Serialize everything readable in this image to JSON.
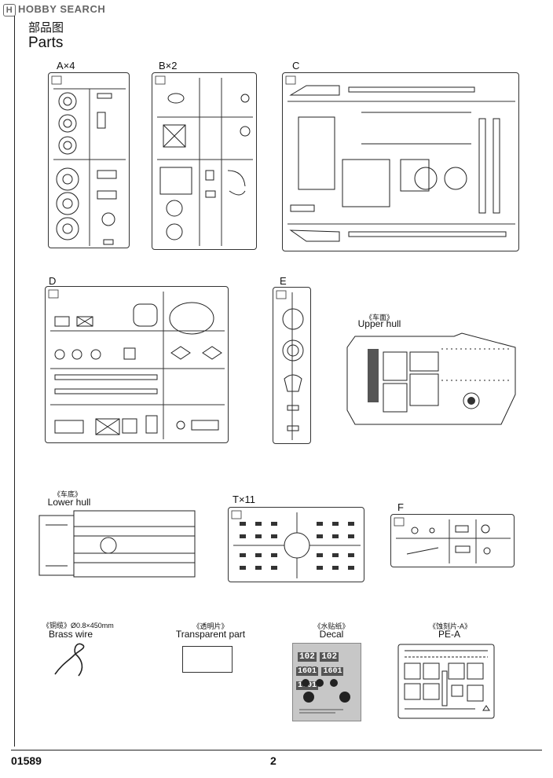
{
  "watermark": {
    "logo_letter": "H",
    "text": "HOBBY SEARCH"
  },
  "header": {
    "title_cn": "部品图",
    "title_en": "Parts"
  },
  "sprues": [
    {
      "id": "A",
      "label": "A×4"
    },
    {
      "id": "B",
      "label": "B×2"
    },
    {
      "id": "C",
      "label": "C"
    },
    {
      "id": "D",
      "label": "D"
    },
    {
      "id": "E",
      "label": "E"
    },
    {
      "id": "T",
      "label": "T×11"
    },
    {
      "id": "F",
      "label": "F"
    }
  ],
  "hull": {
    "upper_cn": "《车面》",
    "upper_en": "Upper hull",
    "lower_cn": "《车底》",
    "lower_en": "Lower hull"
  },
  "extras": {
    "brass_cn": "《铜缆》",
    "brass_spec": "Ø0.8×450mm",
    "brass_en": "Brass wire",
    "clear_cn": "《透明片》",
    "clear_en": "Transparent part",
    "decal_cn": "《水贴纸》",
    "decal_en": "Decal",
    "pe_cn": "《蚀刻片-A》",
    "pe_en": "PE-A"
  },
  "decal_numbers": [
    "102",
    "102",
    "102",
    "1601",
    "1601",
    "1601"
  ],
  "footer": {
    "code": "01589",
    "page": "2"
  }
}
